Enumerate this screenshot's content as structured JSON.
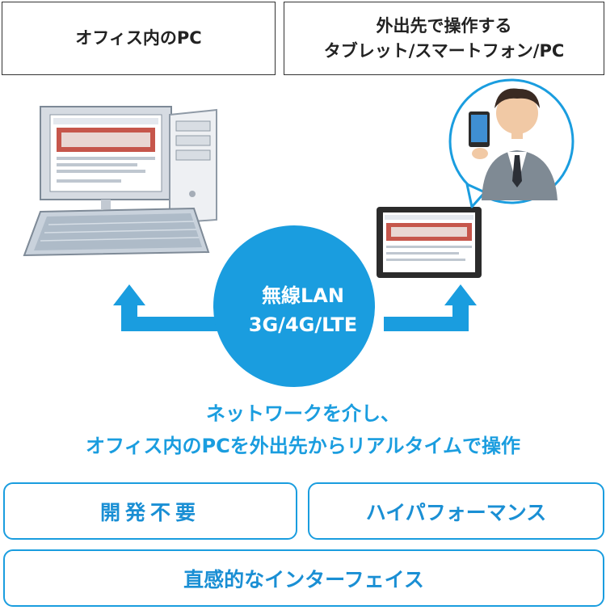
{
  "top_labels": {
    "office": "オフィス内のPC",
    "remote_line1": "外出先で操作する",
    "remote_line2": "タブレット/スマートフォン/PC"
  },
  "network": {
    "line1": "無線LAN",
    "line2": "3G/4G/LTE"
  },
  "caption": {
    "line1": "ネットワークを介し、",
    "line2": "オフィス内のPCを外出先からリアルタイムで操作"
  },
  "features": [
    "開発不要",
    "ハイパフォーマンス",
    "直感的なインターフェイス"
  ],
  "colors": {
    "accent": "#1a9ddf",
    "text": "#222222",
    "border": "#333333"
  },
  "icons": [
    "desktop-pc-icon",
    "keyboard-icon",
    "tablet-icon",
    "businessman-icon",
    "speech-bubble-icon"
  ]
}
